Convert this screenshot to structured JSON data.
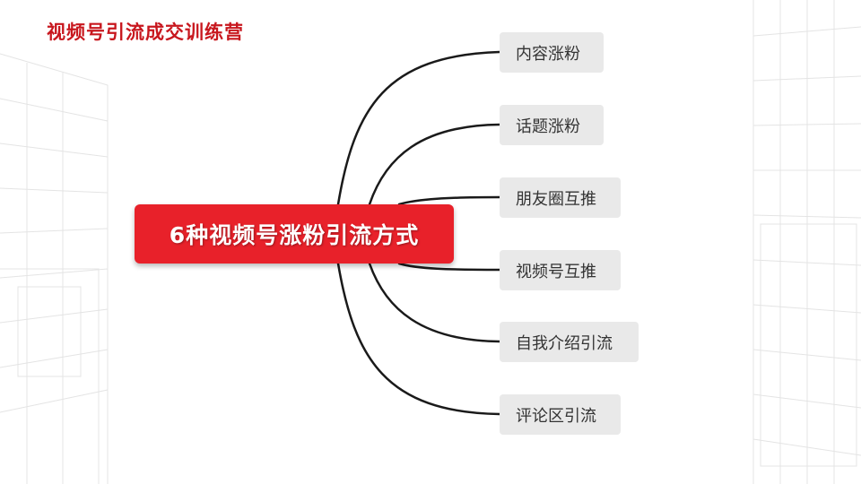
{
  "slide": {
    "title": "视频号引流成交训练营"
  },
  "mindmap": {
    "center_label": "6种视频号涨粉引流方式",
    "branches": [
      {
        "label": "内容涨粉"
      },
      {
        "label": "话题涨粉"
      },
      {
        "label": "朋友圈互推"
      },
      {
        "label": "视频号互推"
      },
      {
        "label": "自我介绍引流"
      },
      {
        "label": "评论区引流"
      }
    ]
  },
  "colors": {
    "title": "#c8171e",
    "center_fill": "#e8212a",
    "branch_fill": "#e9e9e9",
    "connector": "#1a1a1a"
  }
}
